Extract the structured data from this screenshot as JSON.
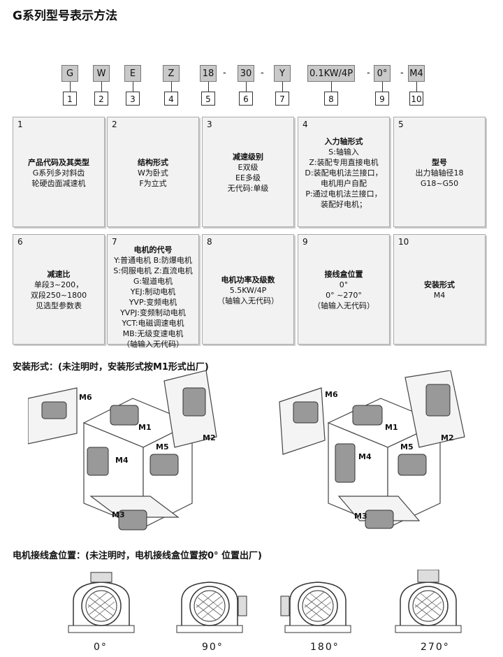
{
  "title": "G系列型号表示方法",
  "codes": [
    {
      "text": "G",
      "num": "1"
    },
    {
      "text": "W",
      "num": "2"
    },
    {
      "text": "E",
      "num": "3"
    },
    {
      "text": "Z",
      "num": "4"
    },
    {
      "text": "18",
      "num": "5"
    },
    {
      "text": "30",
      "num": "6"
    },
    {
      "text": "Y",
      "num": "7"
    },
    {
      "text": "0.1KW/4P",
      "num": "8"
    },
    {
      "text": "0°",
      "num": "9"
    },
    {
      "text": "M4",
      "num": "10"
    }
  ],
  "dash": "-",
  "cards": [
    {
      "num": "1",
      "lines": [
        "产品代码及其类型",
        "G系列多对斜齿",
        "轮硬齿面减速机"
      ]
    },
    {
      "num": "2",
      "lines": [
        "结构形式",
        "W为卧式",
        "F为立式"
      ]
    },
    {
      "num": "3",
      "lines": [
        "减速级别",
        "E双级",
        "EE多级",
        "无代码:单级"
      ]
    },
    {
      "num": "4",
      "lines": [
        "入力轴形式",
        "S:轴输入",
        "Z:装配专用直接电机",
        "D:装配电机法兰接口，",
        "电机用户自配",
        "P:通过电机法兰接口，",
        "装配好电机；"
      ]
    },
    {
      "num": "5",
      "lines": [
        "型号",
        "出力轴轴径18",
        "G18~G50"
      ]
    },
    {
      "num": "6",
      "lines": [
        "减速比",
        "单段3~200，",
        "双段250~1800",
        "见选型参数表"
      ]
    },
    {
      "num": "7",
      "lines": [
        "电机的代号",
        "Y:普通电机  B:防爆电机",
        "S:伺服电机  Z:直流电机",
        "G:辊道电机",
        "YEJ:制动电机",
        "YVP:变频电机",
        "YVPJ:变频制动电机",
        "YCT:电磁调速电机",
        "MB:无级变速电机",
        "（轴输入无代码）"
      ]
    },
    {
      "num": "8",
      "lines": [
        "电机功率及级数",
        "5.5KW/4P",
        "（轴输入无代码）"
      ]
    },
    {
      "num": "9",
      "lines": [
        "接线盒位置",
        "0°",
        "0°  ~270°",
        "（轴输入无代码）"
      ]
    },
    {
      "num": "10",
      "lines": [
        "安装形式",
        "M4"
      ]
    }
  ],
  "mount_title": "安装形式：(未注明时，安装形式按M1形式出厂)",
  "mount_labels": [
    "M1",
    "M2",
    "M3",
    "M4",
    "M5",
    "M6"
  ],
  "box_title": "电机接线盒位置：(未注明时，电机接线盒位置按0°  位置出厂)",
  "angles": [
    "0°",
    "90°",
    "180°",
    "270°"
  ]
}
